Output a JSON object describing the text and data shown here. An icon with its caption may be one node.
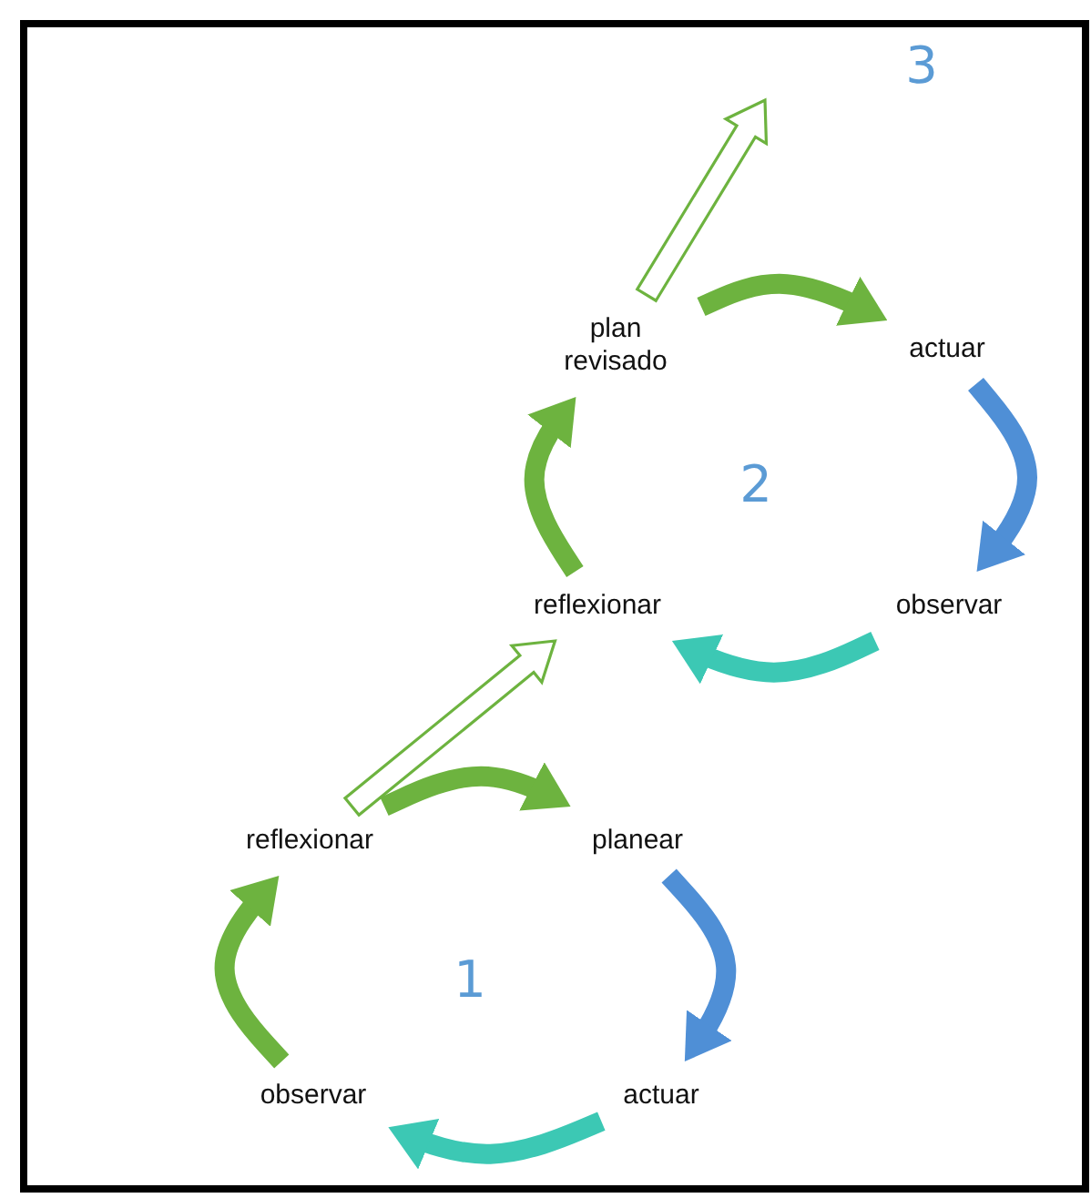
{
  "diagram": {
    "nodes": [
      {
        "text": [
          "plan revisado"
        ]
      },
      {
        "text": [
          "actuar"
        ]
      },
      {
        "text": [
          "reflexionar"
        ]
      },
      {
        "text": [
          "observar"
        ]
      },
      {
        "text": [
          "reflexionar"
        ]
      },
      {
        "text": [
          "planear"
        ]
      },
      {
        "text": [
          "observar"
        ]
      },
      {
        "text": [
          "actuar"
        ]
      }
    ],
    "edges": [
      {
        "from": 5,
        "to": 7,
        "arrow": "to",
        "color": "#4f8fd6"
      },
      {
        "from": 7,
        "to": 6,
        "arrow": "to",
        "color": "#3cc8b4"
      },
      {
        "from": 6,
        "to": 4,
        "arrow": "to"
      },
      {
        "from": 4,
        "to": 5,
        "arrow": "to"
      },
      {
        "from": 3,
        "to": 2,
        "arrow": "to",
        "color": "#3cc8b4"
      },
      {
        "from": 2,
        "to": 0,
        "arrow": "to"
      },
      {
        "from": 0,
        "to": 1,
        "arrow": "to"
      },
      {
        "from": 1,
        "to": 3,
        "arrow": "to",
        "color": "#4f8fd6"
      },
      {
        "from": 4,
        "to": 2,
        "arrow": "to",
        "style": "thick"
      },
      {
        "from": 0,
        "to": null,
        "arrow": "to",
        "style": "thick"
      }
    ],
    "labels": [
      "3",
      "2",
      "1"
    ]
  }
}
